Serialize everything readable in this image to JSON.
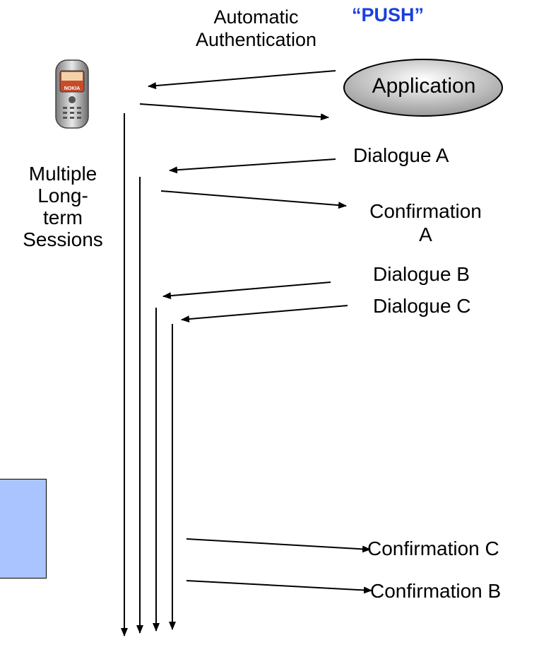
{
  "labels": {
    "auto_auth_line1": "Automatic",
    "auto_auth_line2": "Authentication",
    "push": "“PUSH”",
    "application": "Application",
    "sessions": [
      "Multiple",
      "Long-",
      "term",
      "Sessions"
    ],
    "dialogue_a": "Dialogue A",
    "confirmation_a_line1": "Confirmation",
    "confirmation_a_line2": "A",
    "dialogue_b": "Dialogue B",
    "dialogue_c": "Dialogue C",
    "confirmation_c": "Confirmation C",
    "confirmation_b": "Confirmation B"
  },
  "colors": {
    "push": "#1a3fe0",
    "blue_box": "#a9c4ff",
    "application_fill": "#c8c8c8"
  },
  "icons": {
    "phone": "mobile-phone-icon"
  }
}
